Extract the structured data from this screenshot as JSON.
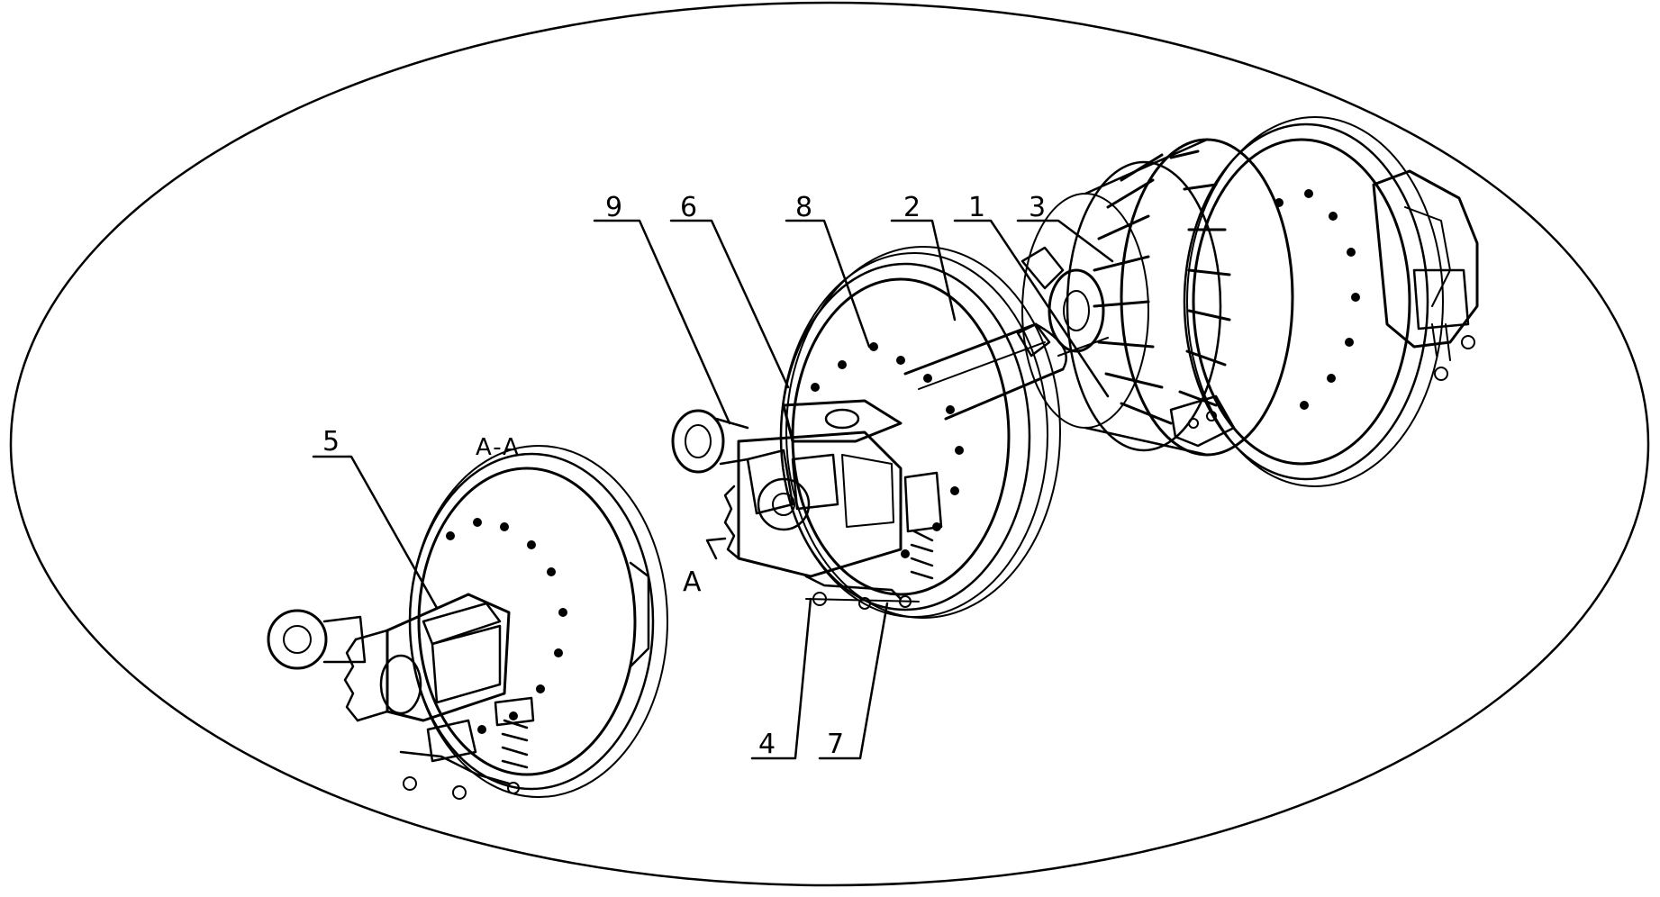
{
  "figure": {
    "section_title": "A-A",
    "section_mark": "A",
    "part_labels": {
      "p1": "1",
      "p2": "2",
      "p3": "3",
      "p4": "4",
      "p5": "5",
      "p6": "6",
      "p7": "7",
      "p8": "8",
      "p9": "9"
    }
  }
}
